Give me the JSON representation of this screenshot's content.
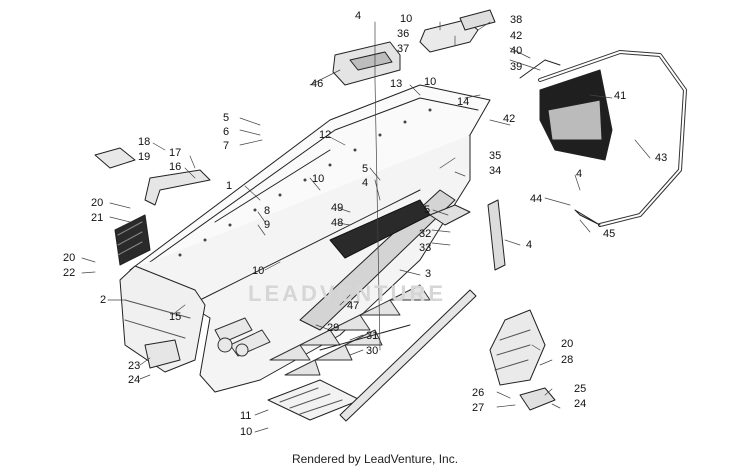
{
  "watermark": "LEADVENTURE",
  "footer": "Rendered by LeadVenture, Inc.",
  "callouts": [
    {
      "id": "c4a",
      "text": "4"
    },
    {
      "id": "c10a",
      "text": "10"
    },
    {
      "id": "c38",
      "text": "38"
    },
    {
      "id": "c36",
      "text": "36"
    },
    {
      "id": "c42a",
      "text": "42"
    },
    {
      "id": "c37",
      "text": "37"
    },
    {
      "id": "c40",
      "text": "40"
    },
    {
      "id": "c39",
      "text": "39"
    },
    {
      "id": "c46",
      "text": "46"
    },
    {
      "id": "c13",
      "text": "13"
    },
    {
      "id": "c10b",
      "text": "10"
    },
    {
      "id": "c14",
      "text": "14"
    },
    {
      "id": "c41",
      "text": "41"
    },
    {
      "id": "c42b",
      "text": "42"
    },
    {
      "id": "c5a",
      "text": "5"
    },
    {
      "id": "c6",
      "text": "6"
    },
    {
      "id": "c7",
      "text": "7"
    },
    {
      "id": "c12",
      "text": "12"
    },
    {
      "id": "c43",
      "text": "43"
    },
    {
      "id": "c18",
      "text": "18"
    },
    {
      "id": "c17",
      "text": "17"
    },
    {
      "id": "c19",
      "text": "19"
    },
    {
      "id": "c16",
      "text": "16"
    },
    {
      "id": "c35",
      "text": "35"
    },
    {
      "id": "c5b",
      "text": "5"
    },
    {
      "id": "c34",
      "text": "34"
    },
    {
      "id": "c4b",
      "text": "4"
    },
    {
      "id": "c1",
      "text": "1"
    },
    {
      "id": "c10c",
      "text": "10"
    },
    {
      "id": "c4c",
      "text": "4"
    },
    {
      "id": "c44",
      "text": "44"
    },
    {
      "id": "c20a",
      "text": "20"
    },
    {
      "id": "c21",
      "text": "21"
    },
    {
      "id": "c49",
      "text": "49"
    },
    {
      "id": "c48",
      "text": "48"
    },
    {
      "id": "c5c",
      "text": "5"
    },
    {
      "id": "c8",
      "text": "8"
    },
    {
      "id": "c9",
      "text": "9"
    },
    {
      "id": "c45",
      "text": "45"
    },
    {
      "id": "c32",
      "text": "32"
    },
    {
      "id": "c33",
      "text": "33"
    },
    {
      "id": "c4d",
      "text": "4"
    },
    {
      "id": "c20b",
      "text": "20"
    },
    {
      "id": "c22",
      "text": "22"
    },
    {
      "id": "c10d",
      "text": "10"
    },
    {
      "id": "c3",
      "text": "3"
    },
    {
      "id": "c2",
      "text": "2"
    },
    {
      "id": "c47",
      "text": "47"
    },
    {
      "id": "c15",
      "text": "15"
    },
    {
      "id": "c29",
      "text": "29"
    },
    {
      "id": "c31",
      "text": "31"
    },
    {
      "id": "c30",
      "text": "30"
    },
    {
      "id": "c20c",
      "text": "20"
    },
    {
      "id": "c28",
      "text": "28"
    },
    {
      "id": "c23",
      "text": "23"
    },
    {
      "id": "c24a",
      "text": "24"
    },
    {
      "id": "c26",
      "text": "26"
    },
    {
      "id": "c27",
      "text": "27"
    },
    {
      "id": "c25",
      "text": "25"
    },
    {
      "id": "c24b",
      "text": "24"
    },
    {
      "id": "c11",
      "text": "11"
    },
    {
      "id": "c10e",
      "text": "10"
    }
  ]
}
